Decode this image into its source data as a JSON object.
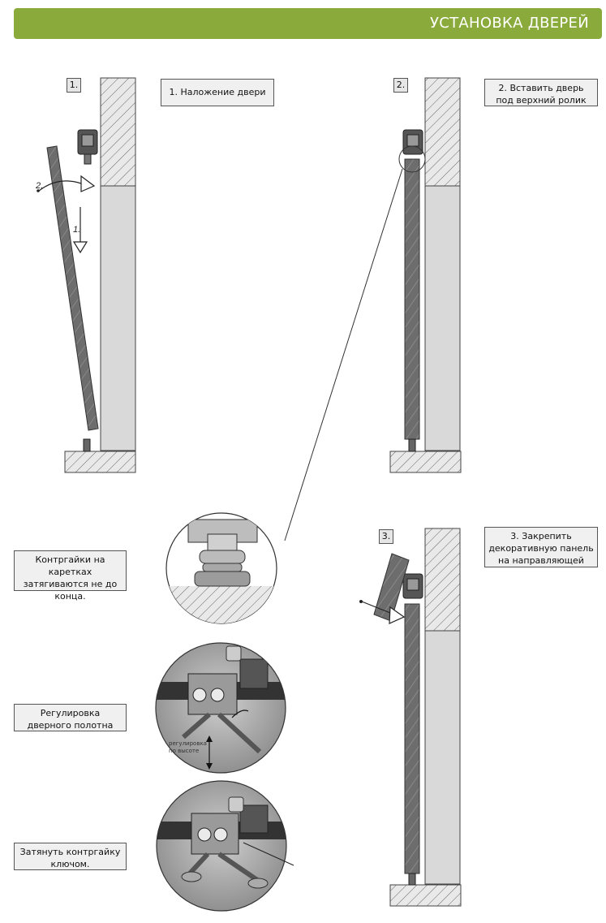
{
  "header": {
    "title": "УСТАНОВКА ДВЕРЕЙ"
  },
  "steps": [
    {
      "num": "1.",
      "caption": "1. Наложение двери"
    },
    {
      "num": "2.",
      "caption": "2. Вставить дверь под верхний ролик"
    },
    {
      "num": "3.",
      "caption": "3. Закрепить декоративную панель на направляющей"
    }
  ],
  "arrows": {
    "down": "1.",
    "swing": "2."
  },
  "notes": [
    {
      "text": "Контргайки на каретках затягиваются не до конца."
    },
    {
      "text": "Регулировка дверного полотна"
    },
    {
      "text": "Затянуть контргайку ключом."
    }
  ],
  "detail_text": {
    "height_adjust": "регулировка по высоте"
  },
  "colors": {
    "banner": "#8aab3b",
    "panel": "#d9d9d9",
    "door": "#6d6d6d"
  }
}
